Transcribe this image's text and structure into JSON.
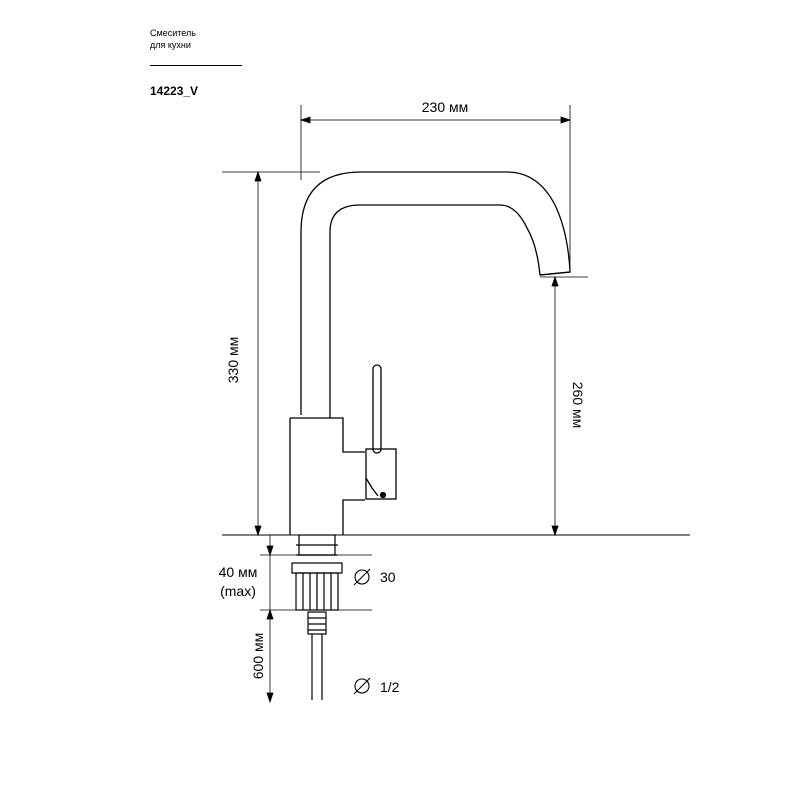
{
  "header": {
    "product_line1": "Смеситель",
    "product_line2": "для кухни",
    "model": "14223_V"
  },
  "dimensions": {
    "width": "230 мм",
    "height_total": "330 мм",
    "spout_height": "260 мм",
    "countertop_line1": "40 мм",
    "countertop_line2": "(max)",
    "hose_length": "600 мм",
    "hole_diameter": "30",
    "hose_thread": "1/2"
  }
}
